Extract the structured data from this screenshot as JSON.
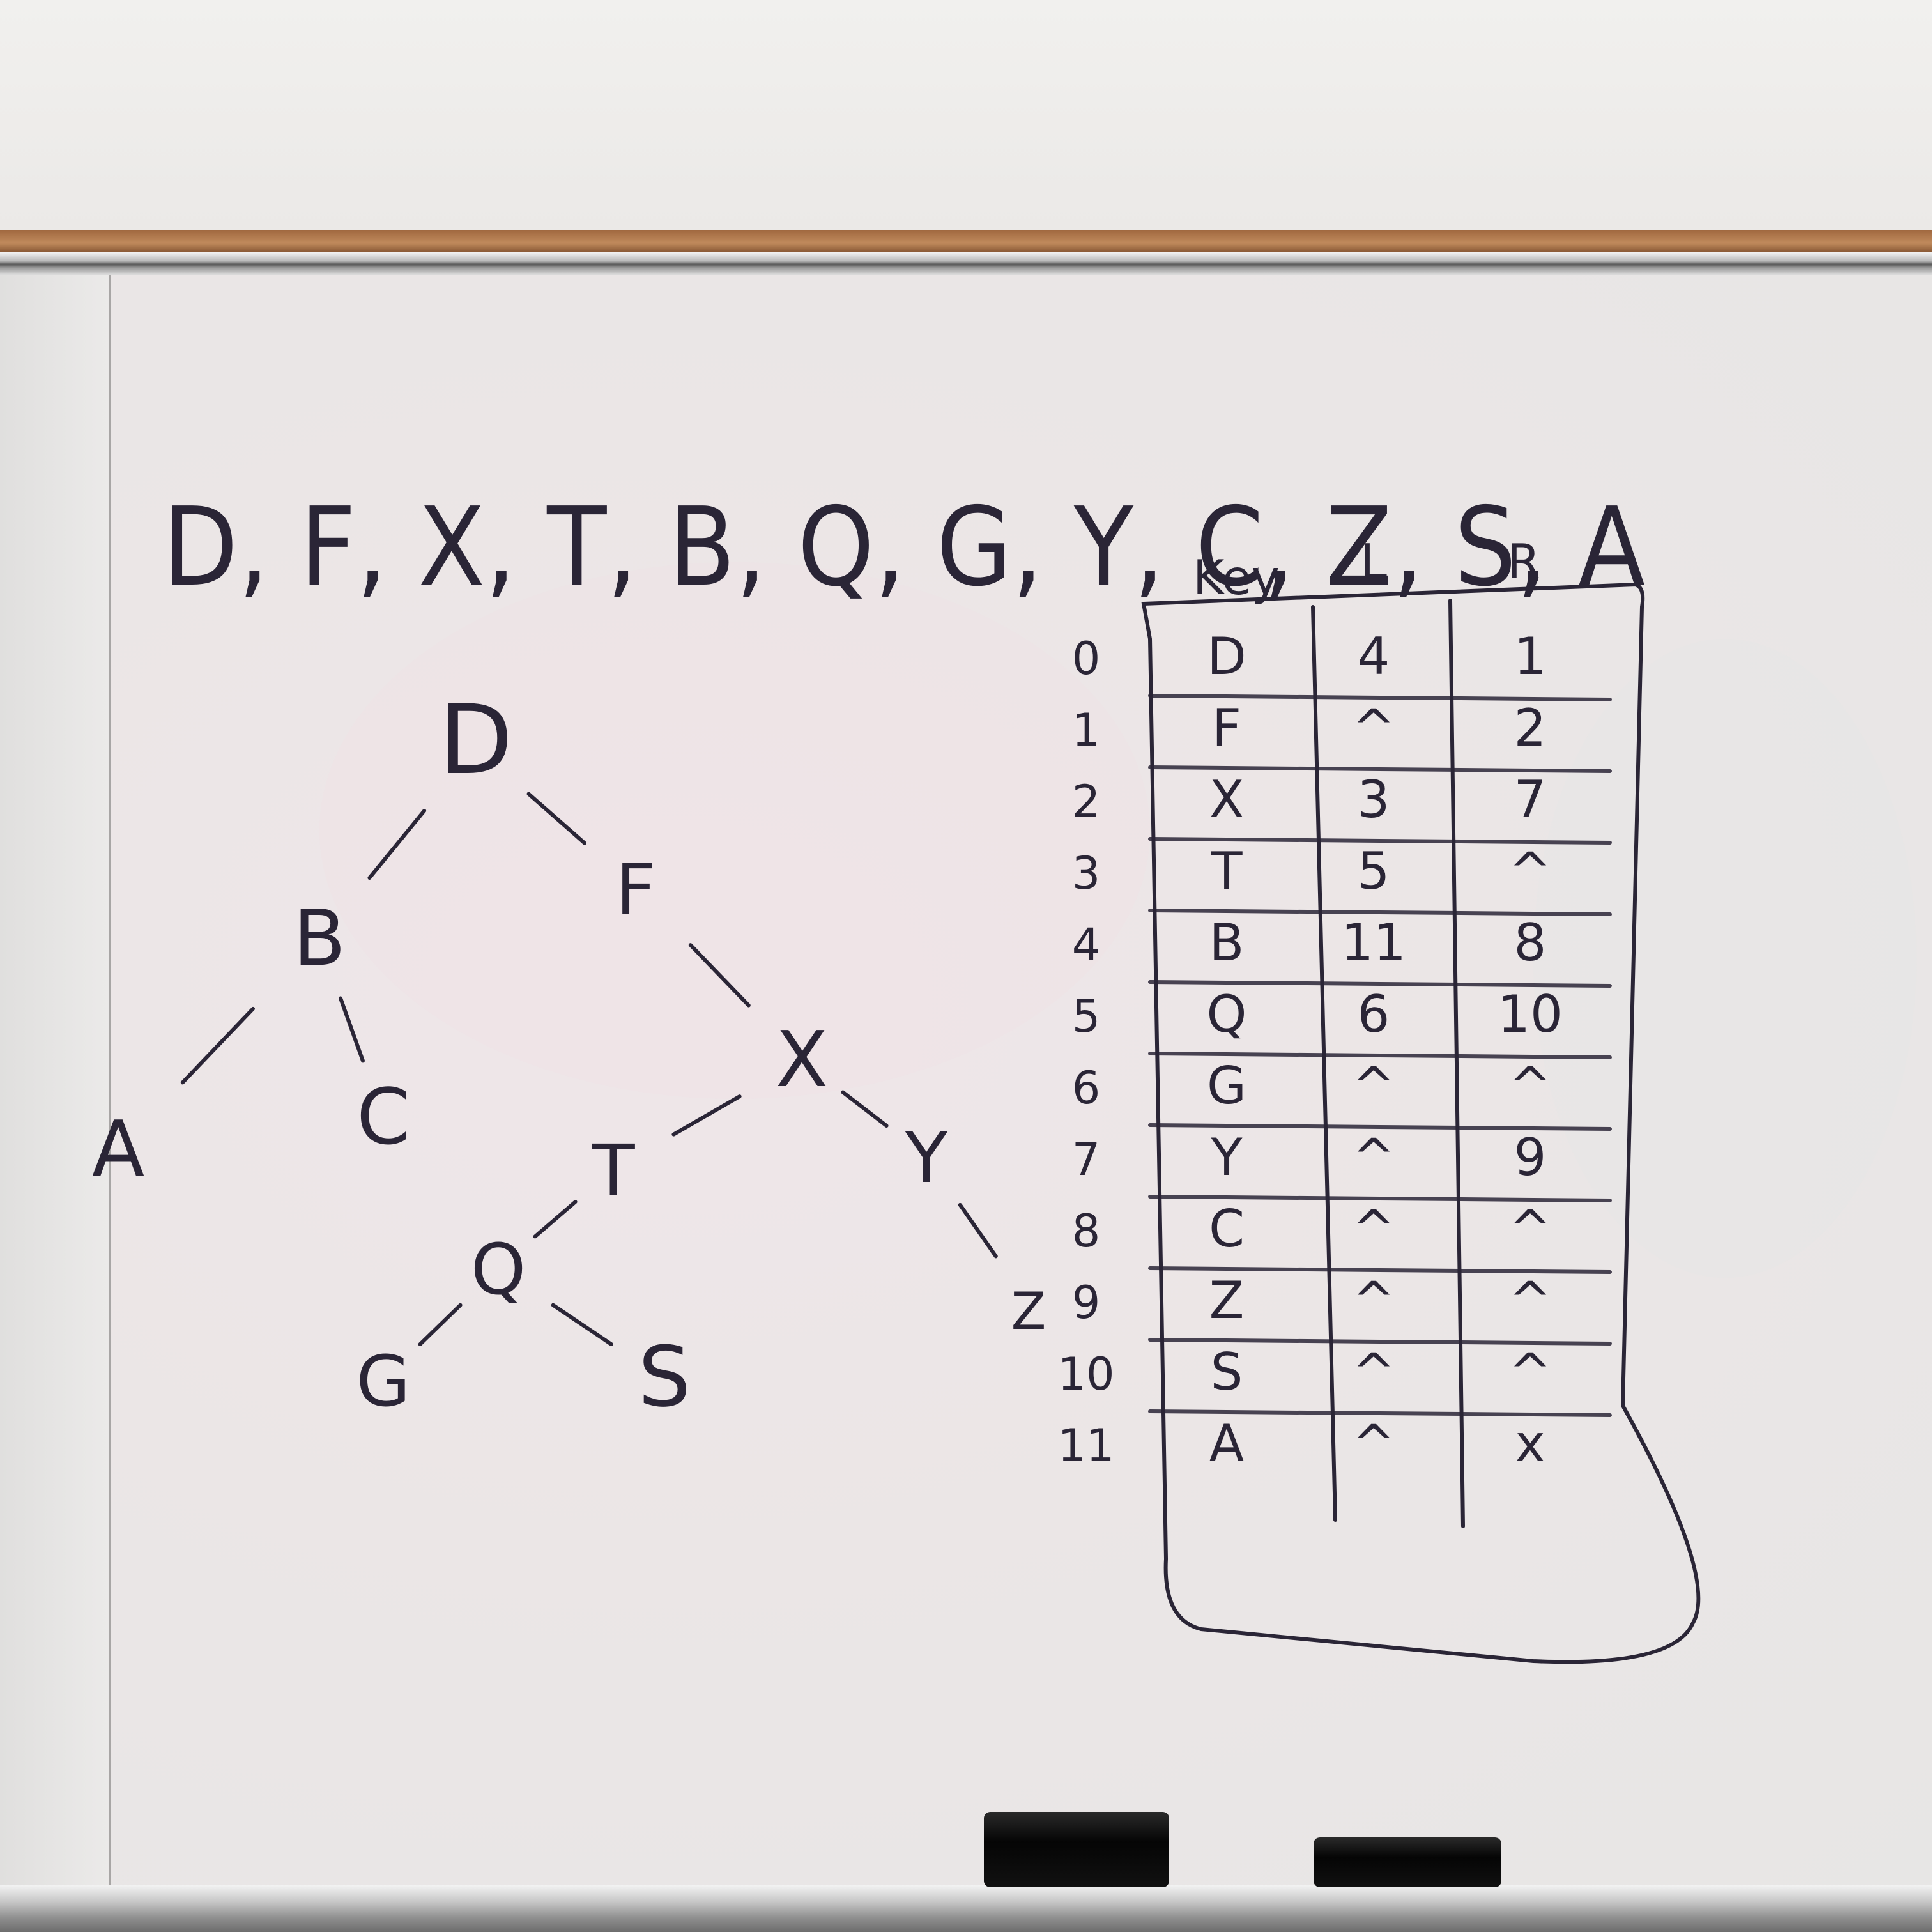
{
  "sequence_text": "D, F, X, T, B, Q, G, Y, C, Z, S, A",
  "tree": {
    "nodes": [
      {
        "id": "D",
        "label": "D"
      },
      {
        "id": "F",
        "label": "F"
      },
      {
        "id": "B",
        "label": "B"
      },
      {
        "id": "X",
        "label": "X"
      },
      {
        "id": "A",
        "label": "A"
      },
      {
        "id": "C",
        "label": "C"
      },
      {
        "id": "T",
        "label": "T"
      },
      {
        "id": "Y",
        "label": "Y"
      },
      {
        "id": "Q",
        "label": "Q"
      },
      {
        "id": "Z",
        "label": "Z"
      },
      {
        "id": "G",
        "label": "G"
      },
      {
        "id": "S",
        "label": "S"
      }
    ],
    "edges": [
      [
        "D",
        "B"
      ],
      [
        "D",
        "F"
      ],
      [
        "F",
        "X"
      ],
      [
        "B",
        "A"
      ],
      [
        "B",
        "C"
      ],
      [
        "X",
        "T"
      ],
      [
        "X",
        "Y"
      ],
      [
        "T",
        "Q"
      ],
      [
        "Y",
        "Z"
      ],
      [
        "Q",
        "G"
      ],
      [
        "Q",
        "S"
      ]
    ]
  },
  "table": {
    "headers": {
      "key": "Key",
      "left": "L",
      "right": "R"
    },
    "rows": [
      {
        "index": "0",
        "key": "D",
        "left": "4",
        "right": "1"
      },
      {
        "index": "1",
        "key": "F",
        "left": "^",
        "right": "2"
      },
      {
        "index": "2",
        "key": "X",
        "left": "3",
        "right": "7"
      },
      {
        "index": "3",
        "key": "T",
        "left": "5",
        "right": "^"
      },
      {
        "index": "4",
        "key": "B",
        "left": "11",
        "right": "8"
      },
      {
        "index": "5",
        "key": "Q",
        "left": "6",
        "right": "10"
      },
      {
        "index": "6",
        "key": "G",
        "left": "^",
        "right": "^"
      },
      {
        "index": "7",
        "key": "Y",
        "left": "^",
        "right": "9"
      },
      {
        "index": "8",
        "key": "C",
        "left": "^",
        "right": "^"
      },
      {
        "index": "9",
        "key": "Z",
        "left": "^",
        "right": "^"
      },
      {
        "index": "10",
        "key": "S",
        "left": "^",
        "right": "^"
      },
      {
        "index": "11",
        "key": "A",
        "left": "^",
        "right": "x"
      }
    ]
  }
}
